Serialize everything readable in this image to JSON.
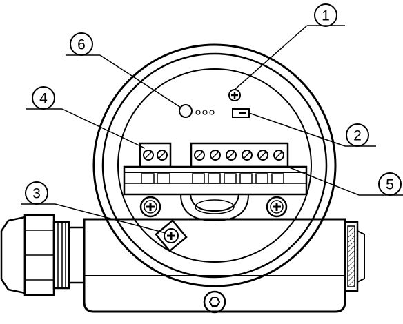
{
  "diagram": {
    "colors": {
      "stroke": "#000000",
      "background": "#ffffff",
      "housing_fill": "#ffffff"
    },
    "callouts": [
      {
        "id": "1",
        "label": "1"
      },
      {
        "id": "2",
        "label": "2"
      },
      {
        "id": "3",
        "label": "3"
      },
      {
        "id": "4",
        "label": "4"
      },
      {
        "id": "5",
        "label": "5"
      },
      {
        "id": "6",
        "label": "6"
      }
    ]
  }
}
